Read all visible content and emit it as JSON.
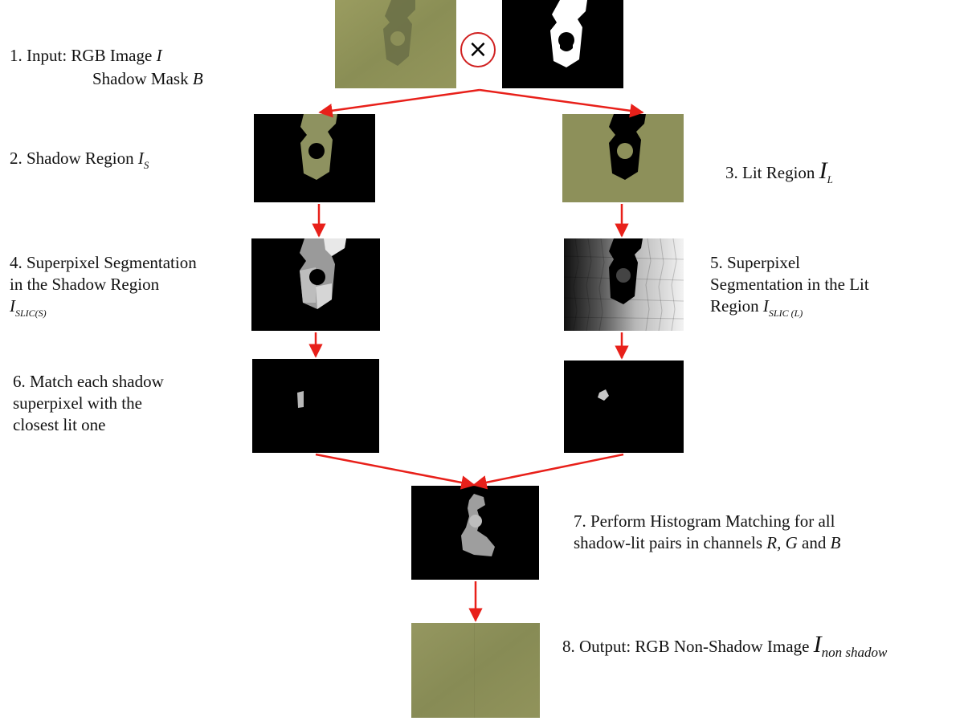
{
  "steps": {
    "s1": {
      "line1": "1. Input: RGB Image ",
      "var1": "I",
      "line2": "Shadow Mask ",
      "var2": "B"
    },
    "s2": {
      "text": "2. Shadow Region ",
      "var": "I",
      "sub": "S"
    },
    "s3": {
      "text": "3. Lit Region ",
      "var": "I",
      "sub": "L"
    },
    "s4": {
      "line1": "4. Superpixel Segmentation",
      "line2": "in the Shadow Region",
      "var": "I",
      "sub": "SLIC(S)"
    },
    "s5": {
      "line1": "5. Superpixel",
      "line2": "Segmentation in the Lit",
      "line3": "Region ",
      "var": "I",
      "sub": "SLIC (L)"
    },
    "s6": {
      "line1": "6. Match each shadow",
      "line2": "superpixel with the",
      "line3": "closest lit one"
    },
    "s7": {
      "line1": "7. Perform Histogram Matching for all",
      "line2": "shadow-lit pairs in  channels ",
      "channels": "R, G",
      "and": " and ",
      "last": "B"
    },
    "s8": {
      "text": "8. Output: RGB Non-Shadow Image ",
      "var": "I",
      "sub": "non shadow"
    }
  },
  "operator": {
    "symbol": "×"
  },
  "colors": {
    "arrow": "#e8201a",
    "grass": "#8c8f58",
    "shadow_grass": "#5f6442",
    "mask": "#ffffff",
    "background": "#000000",
    "operator_ring": "#d02020"
  }
}
